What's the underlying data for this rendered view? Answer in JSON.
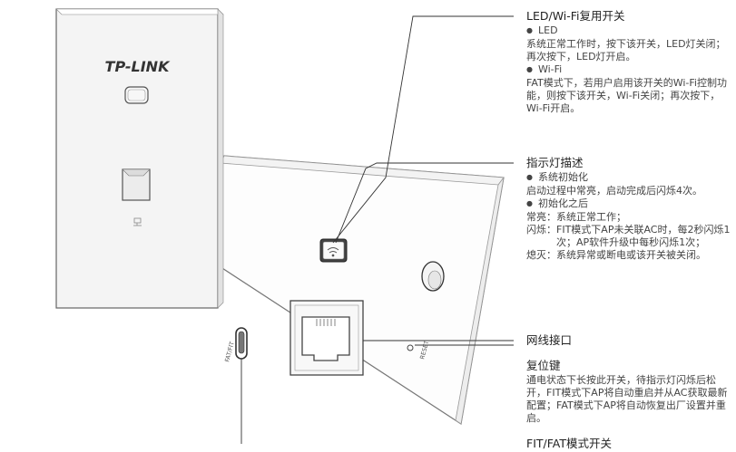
{
  "device": {
    "brand_logo": "TP-LINK",
    "mode_label": "FAT/FIT",
    "reset_label": "RESET"
  },
  "callouts": {
    "led_wifi_switch": {
      "title": "LED/Wi-Fi复用开关",
      "led_heading": "LED",
      "led_desc": "系统正常工作时，按下该开关，LED灯关闭；再次按下，LED灯开启。",
      "wifi_heading": "Wi-Fi",
      "wifi_desc": "FAT模式下，若用户启用该开关的Wi-Fi控制功能，则按下该开关，Wi-Fi关闭；再次按下，Wi-Fi开启。"
    },
    "indicator": {
      "title": "指示灯描述",
      "init_heading": "系统初始化",
      "init_desc": "启动过程中常亮，启动完成后闪烁4次。",
      "after_heading": "初始化之后",
      "states": [
        {
          "key": "常亮：",
          "value": "系统正常工作；"
        },
        {
          "key": "闪烁：",
          "value": "FIT模式下AP未关联AC时，每2秒闪烁1次；AP软件升级中每秒闪烁1次；"
        },
        {
          "key": "熄灭：",
          "value": "系统异常或断电或该开关被关闭。"
        }
      ]
    },
    "network_port": {
      "title": "网线接口"
    },
    "reset_button": {
      "title": "复位键",
      "desc": "通电状态下长按此开关，待指示灯闪烁后松开，FIT模式下AP将自动重启并从AC获取最新配置；FAT模式下AP将自动恢复出厂设置并重启。"
    },
    "mode_switch": {
      "title": "FIT/FAT模式开关"
    }
  }
}
